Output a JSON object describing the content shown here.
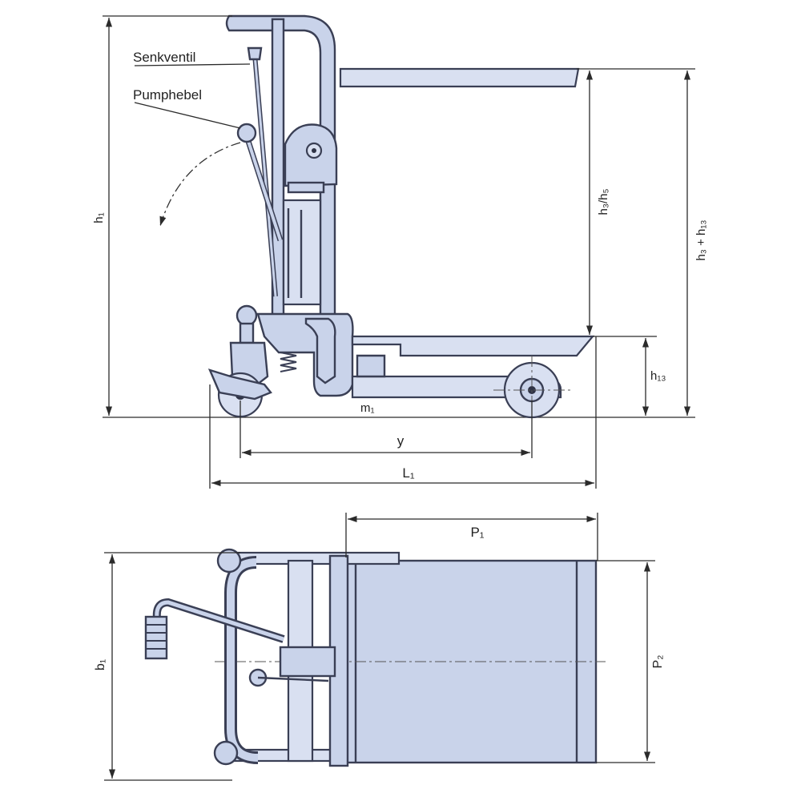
{
  "labels": {
    "senkventil": "Senkventil",
    "pumphebel": "Pumphebel",
    "h1": "h₁",
    "h3h5": "h₃/h₅",
    "h3_plus_h13": "h₃ + h₁₃",
    "h13": "h₁₃",
    "m1": "m₁",
    "y": "y",
    "L1": "L₁",
    "P1": "P₁",
    "P2": "P₂",
    "b1": "b₁"
  },
  "colors": {
    "body": "#c9d3ea",
    "outline": "#3a3f55",
    "dimension": "#2b2b2b"
  }
}
